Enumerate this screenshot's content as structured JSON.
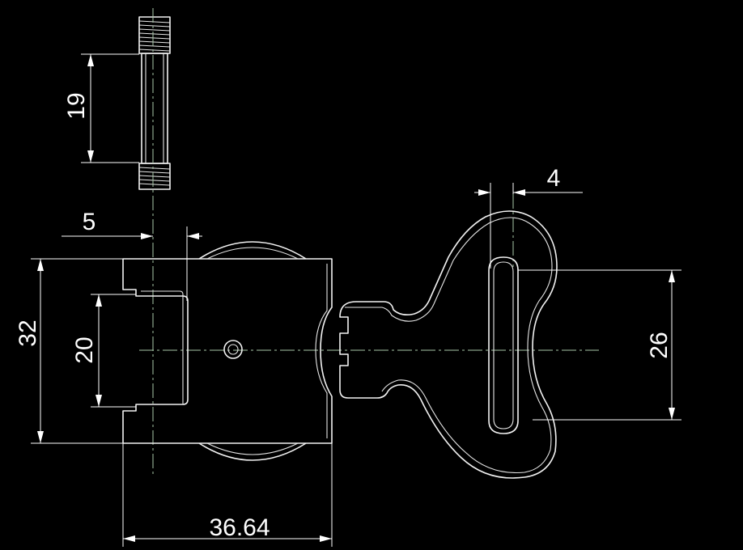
{
  "dimensions": {
    "stud_length": "19",
    "stud_offset": "5",
    "buckle_height": "32",
    "slot_height": "20",
    "buckle_width": "36.64",
    "hook_height": "26",
    "hook_slot_width": "4"
  },
  "colors": {
    "background": "#000000",
    "outline": "#f2f2f2",
    "centerline": "#a8c9a8"
  }
}
